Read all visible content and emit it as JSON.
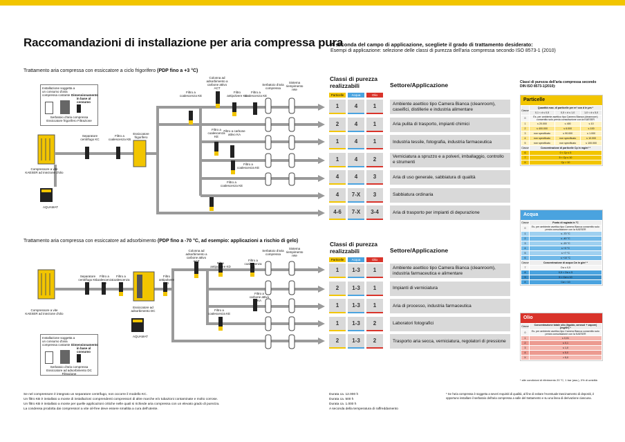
{
  "title": "Raccomandazioni di installazione per aria compressa pura",
  "intro": {
    "line1": "A seconda del campo di applicazione, scegliete il grado di trattamento desiderato:",
    "line2": "Esempi di applicazione: selezione delle classi di purezza dell'aria compressa secondo ISO 8573-1 (2010)"
  },
  "section1": {
    "title": "Trattamento aria compressa con essiccatore a ciclo frigorifero ",
    "title_bold": "(PDP fino a +3 °C)"
  },
  "section2": {
    "title": "Trattamento aria compressa con essiccatore ad adsorbimento ",
    "title_bold": "(PDP fino a -70 °C, ad esempio: applicazioni a rischio di gelo)"
  },
  "purity_head": "Classi di purezza realizzabili",
  "sector_head": "Settore/Applicazione",
  "class_headers": {
    "particles": "Particelle",
    "water": "Acqua",
    "oil": "Olio"
  },
  "colors": {
    "particles": "#f2c500",
    "water": "#4aa3df",
    "oil": "#d9332a"
  },
  "rows1": [
    {
      "p": "1",
      "w": "4",
      "o": "1",
      "sector": "Ambiente asettico tipo Camera Bianca (cleanroom), caseifici, distillerie e industria alimentare"
    },
    {
      "p": "2",
      "w": "4",
      "o": "1",
      "sector": "Aria pulita di trasporto, impianti chimici"
    },
    {
      "p": "1",
      "w": "4",
      "o": "1",
      "sector": "Industria tessile, fotografia, industria farmaceutica"
    },
    {
      "p": "1",
      "w": "4",
      "o": "2",
      "sector": "Verniciatura a spruzzo e a polveri, imballaggio, controllo e strumenti"
    },
    {
      "p": "4",
      "w": "4",
      "o": "3",
      "sector": "Aria di uso generale, sabbiatura di qualità"
    },
    {
      "p": "4",
      "w": "7-X",
      "o": "3",
      "sector": "Sabbiatura ordinaria"
    },
    {
      "p": "4-6",
      "w": "7-X",
      "o": "3-4",
      "sector": "Aria di trasporto per impianti di depurazione"
    }
  ],
  "rows2": [
    {
      "p": "1",
      "w": "1-3",
      "o": "1",
      "sector": "Ambiente asettico tipo Camera Bianca (cleanroom), industria farmaceutica e alimentare"
    },
    {
      "p": "2",
      "w": "1-3",
      "o": "1",
      "sector": "Impianti di verniciatura"
    },
    {
      "p": "1",
      "w": "1-3",
      "o": "1",
      "sector": "Aria di processo, industria farmaceutica"
    },
    {
      "p": "1",
      "w": "1-3",
      "o": "2",
      "sector": "Laboratori fotografici"
    },
    {
      "p": "2",
      "w": "1-3",
      "o": "2",
      "sector": "Trasporto aria secca, verniciatura, regolatori di pressione"
    }
  ],
  "labels1": {
    "compressor": "Compressore a vite KAESER ad iniezione d'olio",
    "aquamat": "AQUAMAT",
    "separator": "Separatore centrifugo KC",
    "filter_kb": "Filtro a coalescenza KB",
    "dryer": "Essiccatore frigorifero",
    "filter_ke": "Filtro a coalescenza KE",
    "act": "Colonna ad adsorbimento a carbone attivo ACT",
    "filter_kd": "Filtro antipolvere KD",
    "tank": "Serbatoio d'aria compressa",
    "steril": "Sistema riempimento rete",
    "filter_ka": "Filtro a carbone attivo KA",
    "box_title": "Installazione soggetta a un consumo d'aria compressa costante",
    "box_dim": "Dimensionamento in base al consumo",
    "box_items": "Serbatoio d'aria compressa  Essiccatore frigorifero  Filtrazione"
  },
  "labels2": {
    "compressor": "Compressore a vite KAESER ad iniezione d'olio",
    "aquamat": "AQUAMAT",
    "separator": "Separatore centrifugo KC",
    "filter_kb": "Filtro a coalescenza KB",
    "filter_ke": "Filtro a coalescenza KE",
    "dryer": "Essiccatore ad adsorbimento DC",
    "filter_kd": "Filtro antipolvere KD",
    "act": "Colonna ad adsorbimento a carbone attivo ACT",
    "tank": "Serbatoio d'aria compressa",
    "steril": "Sistema riempimento rete",
    "filter_ka": "Filtro a carbone attivo KA",
    "box_title": "Installazione soggetta a un consumo d'aria compressa costante",
    "box_dim": "Dimensionamento in base al consumo",
    "box_items": "Serbatoio d'aria compressa  Essiccatore ad adsorbimento DC  Filtrazione"
  },
  "right": {
    "title": "Classi di purezza dell'aria compressa secondo DIN ISO 8573-1(2010):",
    "particles": {
      "head": "Particelle",
      "col": "Quantità max. di particelle per m³ con d in µm *",
      "sub": [
        "0,1 < d ≤ 0,5",
        "0,5 < d ≤ 1,0",
        "1,0 < d ≤ 5,0"
      ],
      "rows": [
        [
          "0",
          "Es. per ambiente asettico tipo Camera Bianca (cleanroom) consentito solo previa consultazione con la KAESER",
          "",
          ""
        ],
        [
          "1",
          "≤ 20.000",
          "≤ 400",
          "≤ 10"
        ],
        [
          "2",
          "≤ 400.000",
          "≤ 6.000",
          "≤ 100"
        ],
        [
          "3",
          "non specificato",
          "≤ 90.000",
          "≤ 1.000"
        ],
        [
          "4",
          "non specificato",
          "non specificato",
          "≤ 10.000"
        ],
        [
          "5",
          "non specificato",
          "non specificato",
          "≤ 100.000"
        ]
      ],
      "conc_head": "Concentrazione di particelle Cp in mg/m³ *",
      "conc": [
        [
          "6",
          "0 < Cp ≤ 5"
        ],
        [
          "7",
          "5 < Cp ≤ 10"
        ],
        [
          "X",
          "Cp > 10"
        ]
      ]
    },
    "water": {
      "head": "Acqua",
      "col": "Punto di rugiada in °C",
      "rows": [
        [
          "0",
          "Es. per ambiente asettico tipo Camera Bianca consentito solo previa consultazione con la KAESER"
        ],
        [
          "1",
          "≤ -70 °C"
        ],
        [
          "2",
          "≤ -40 °C"
        ],
        [
          "3",
          "≤ -20 °C"
        ],
        [
          "4",
          "≤ +3 °C"
        ],
        [
          "5",
          "≤ +7 °C"
        ],
        [
          "6",
          "≤ +10 °C"
        ]
      ],
      "conc_head": "Concentrazione di acqua Cw in g/m³ *",
      "conc": [
        [
          "7",
          "Cw ≤ 0,5"
        ],
        [
          "8",
          "0,5 < Cw ≤ 5"
        ],
        [
          "9",
          "5 < Cw ≤ 10"
        ],
        [
          "X",
          "Cw > 10"
        ]
      ]
    },
    "oil": {
      "head": "Olio",
      "col": "Concentrazione totale olio (liquido, aerosol + vapore) [mg/m³] *",
      "rows": [
        [
          "0",
          "Es. per ambiente asettico tipo Camera Bianca consentito solo previa consultazione con la KAESER"
        ],
        [
          "1",
          "≤ 0,01"
        ],
        [
          "2",
          "≤ 0,1"
        ],
        [
          "3",
          "≤ 1,0"
        ],
        [
          "4",
          "≤ 5,0"
        ],
        [
          "X",
          "> 5,0"
        ]
      ]
    },
    "note": "* alle condizioni di riferimento 20 °C, 1 bar (ass.), 0% di umidità"
  },
  "footnotes": [
    "Se nel compressore è integrato un separatore centrifugo, non occorre il modello KC.",
    "Un filtro KB è installato a monte di installazioni comprendenti compressori di altre marche e/o tubazioni contaminate e molto corrose.",
    "Un filtro KB è installato a monte per quelle applicazioni critiche nelle quali si richiede aria compressa con un elevato grado di purezza.",
    "La condensa prodotta dai compressori a vite oil-free deve essere smaltita a cura dell'utente."
  ],
  "durations": [
    "Durata ca. 12.000 h",
    "Durata ca. 500 h",
    "Durata ca. 1.000 h",
    "A seconda della temperatura di raffreddamento"
  ],
  "note2": "* Se l'aria compressa è soggetta a severi requisiti di qualità, al fine di evitare l'eventuale trascinamento di depositi, è opportuno installare il serbatoio dell'aria compressa a valle del trattamento e su una linea di derivazione ciascuna."
}
